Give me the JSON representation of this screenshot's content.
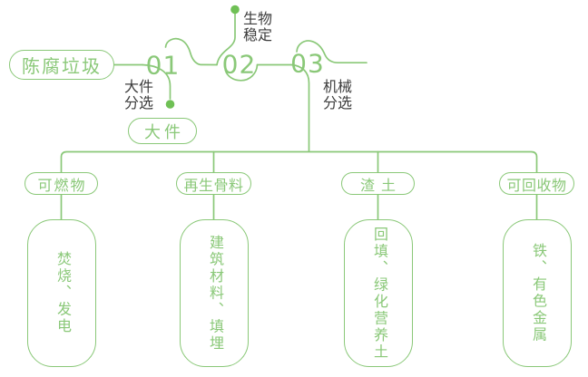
{
  "colors": {
    "accent_green": "#8ac878",
    "dot_green": "#6fc055",
    "label_dark": "#3c3c3c",
    "background": "#ffffff"
  },
  "flow": {
    "source_label": "陈腐垃圾",
    "steps": [
      {
        "number": "01",
        "label_lines": [
          "大件",
          "分选"
        ],
        "branch_output": "大件"
      },
      {
        "number": "02",
        "label_lines": [
          "生物",
          "稳定"
        ]
      },
      {
        "number": "03",
        "label_lines": [
          "机械",
          "分选"
        ]
      }
    ]
  },
  "outputs": [
    {
      "category": "可燃物",
      "disposal": "焚烧、发电"
    },
    {
      "category": "再生骨料",
      "disposal": "建筑材料、填埋"
    },
    {
      "category": "渣土",
      "disposal": "回填、绿化营养土"
    },
    {
      "category": "可回收物",
      "disposal": "铁、有色金属"
    }
  ]
}
